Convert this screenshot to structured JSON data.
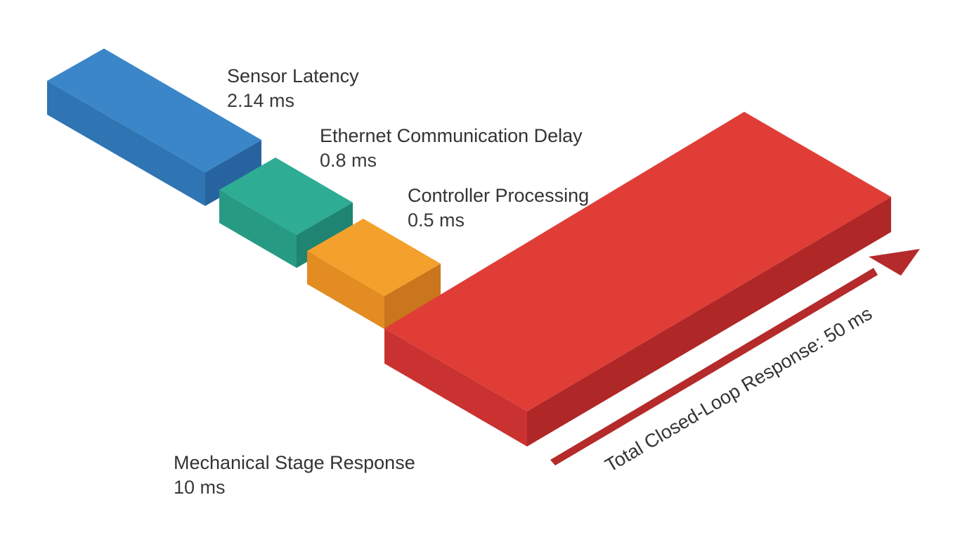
{
  "diagram": {
    "title": "Closed-Loop Latency Breakdown",
    "stages": [
      {
        "id": "sensor",
        "name": "Sensor Latency",
        "value": "2.14 ms",
        "color": "#3a86c8",
        "color_side": "#2f74b3",
        "color_dark": "#27649f"
      },
      {
        "id": "ethernet",
        "name": "Ethernet Communication Delay",
        "value": "0.8 ms",
        "color": "#2eac94",
        "color_side": "#279a84",
        "color_dark": "#1f8472"
      },
      {
        "id": "controller",
        "name": "Controller Processing",
        "value": "0.5 ms",
        "color": "#f4a02c",
        "color_side": "#e28c22",
        "color_dark": "#c9761c"
      },
      {
        "id": "mechanical",
        "name": "Mechanical Stage Response",
        "value": "10 ms",
        "color": "#e03d37",
        "color_side": "#c93230",
        "color_dark": "#b02727"
      }
    ],
    "total": {
      "label": "Total Closed-Loop Response: 50 ms",
      "arrow_color": "#b52a2a"
    }
  }
}
